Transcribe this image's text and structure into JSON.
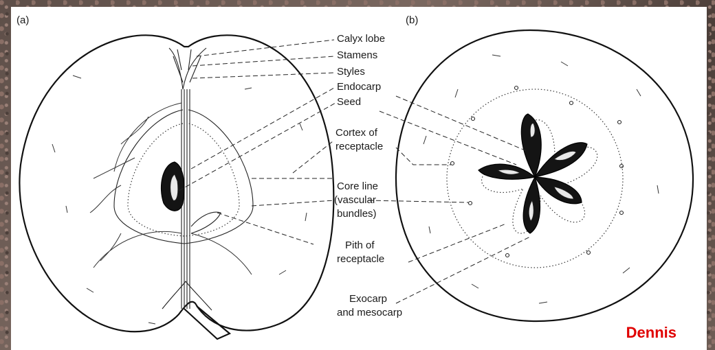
{
  "panels": {
    "a": "(a)",
    "b": "(b)"
  },
  "labels": {
    "calyx": "Calyx lobe",
    "stamens": "Stamens",
    "styles": "Styles",
    "endocarp": "Endocarp",
    "seed": "Seed",
    "cortex1": "Cortex of",
    "cortex2": "receptacle",
    "core1": "Core line",
    "core2": "(vascular",
    "core3": "bundles)",
    "pith1": "Pith of",
    "pith2": "receptacle",
    "exo1": "Exocarp",
    "exo2": "and mesocarp"
  },
  "credit": "Dennis"
}
